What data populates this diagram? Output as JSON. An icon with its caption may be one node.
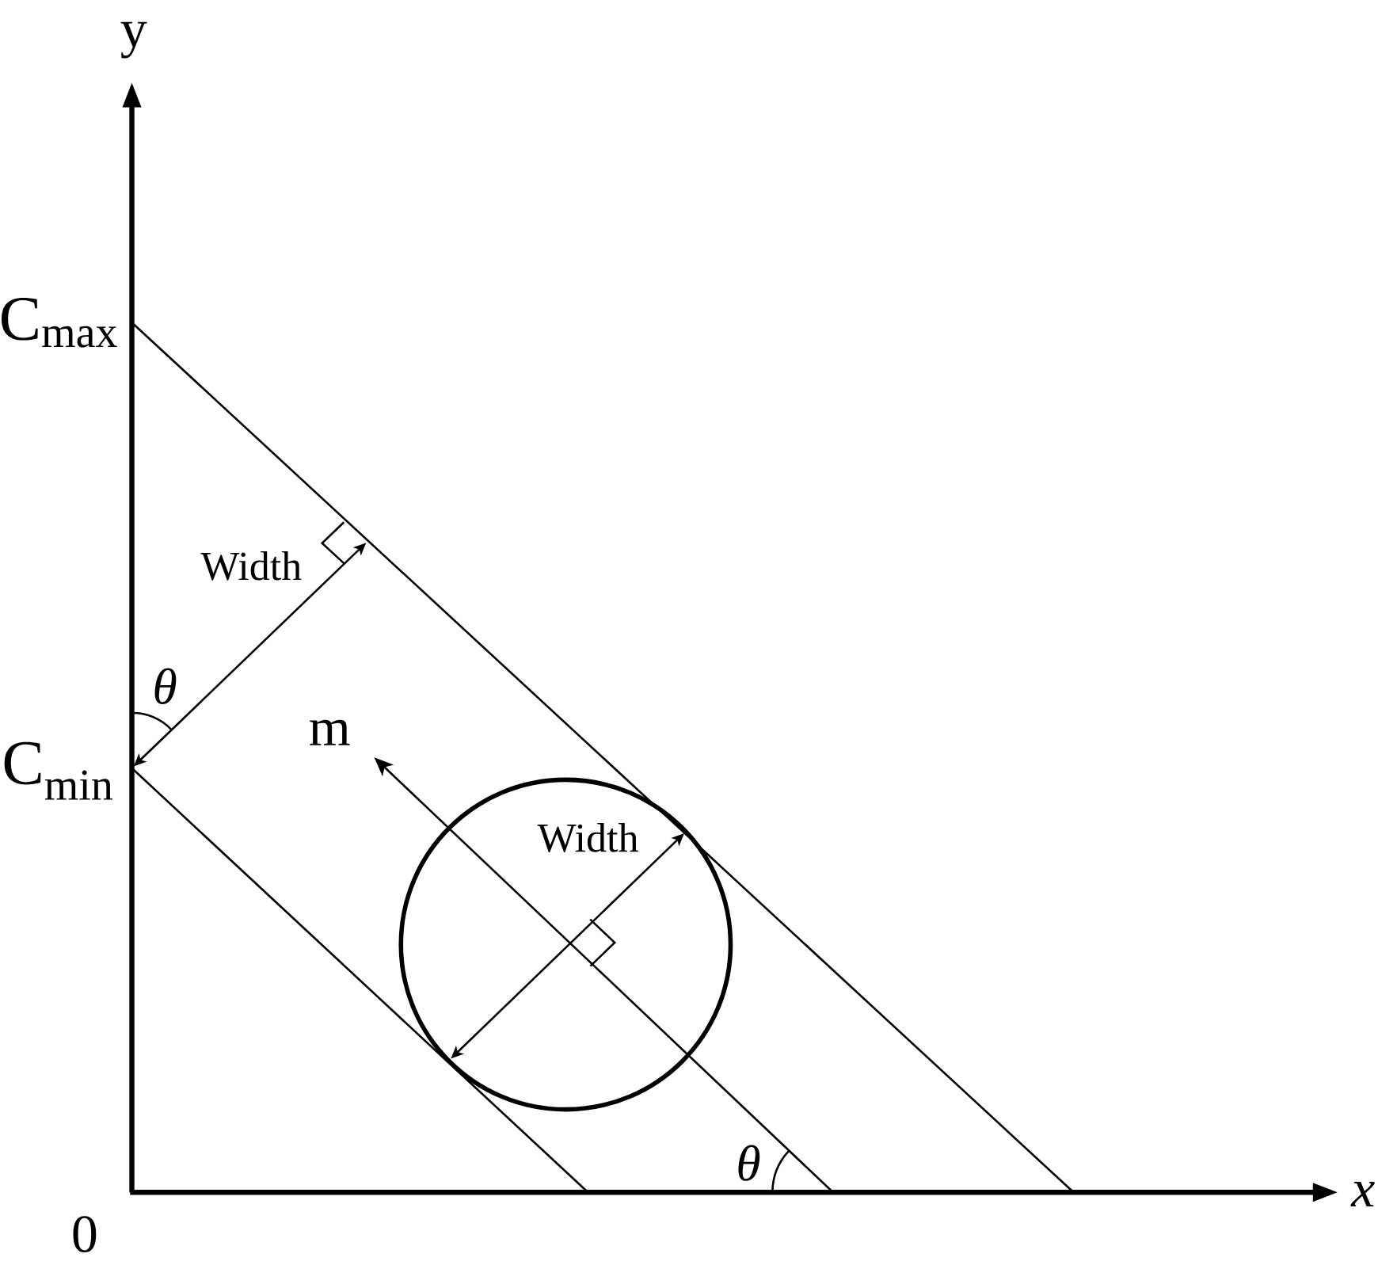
{
  "diagram": {
    "labels": [
      "y",
      "C$_{max}$",
      "Width",
      "θ",
      "m",
      "C$_{min}$",
      "Width",
      "θ",
      "x",
      "0"
    ]
  }
}
